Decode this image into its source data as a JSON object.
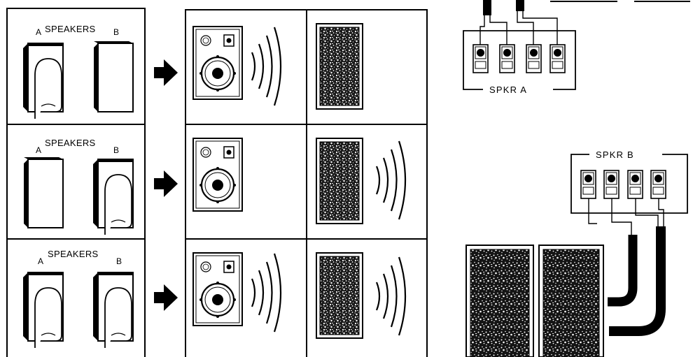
{
  "panel_rows": [
    {
      "title": "SPEAKERS",
      "left_label": "A",
      "right_label": "B",
      "pressed": [
        "A"
      ],
      "sound_from": [
        "A"
      ]
    },
    {
      "title": "SPEAKERS",
      "left_label": "A",
      "right_label": "B",
      "pressed": [
        "B"
      ],
      "sound_from": [
        "B"
      ]
    },
    {
      "title": "SPEAKERS",
      "left_label": "A",
      "right_label": "B",
      "pressed": [
        "A",
        "B"
      ],
      "sound_from": [
        "A",
        "B"
      ]
    }
  ],
  "terminals": {
    "a_label": "SPKR A",
    "b_label": "SPKR B"
  }
}
